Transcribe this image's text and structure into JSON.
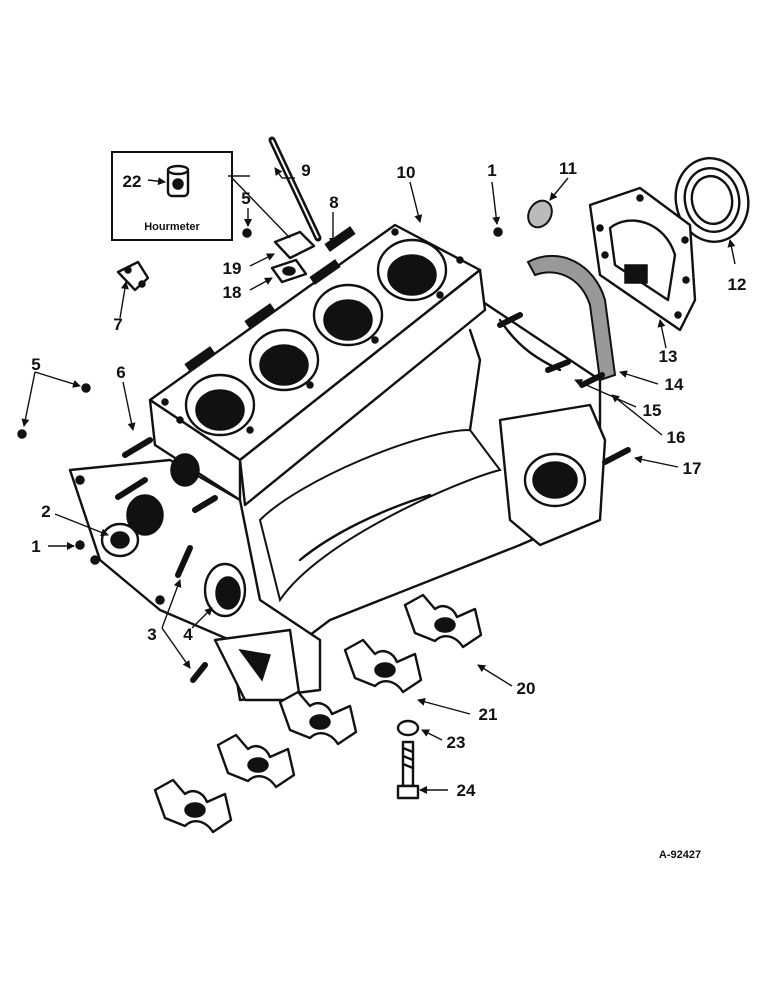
{
  "callouts": [
    "1",
    "2",
    "3",
    "4",
    "5",
    "6",
    "7",
    "8",
    "9",
    "10",
    "11",
    "12",
    "13",
    "14",
    "15",
    "16",
    "17",
    "18",
    "19",
    "20",
    "21",
    "22",
    "23",
    "24"
  ],
  "inset_caption": "Hourmeter",
  "drawing_number": "A-92427"
}
